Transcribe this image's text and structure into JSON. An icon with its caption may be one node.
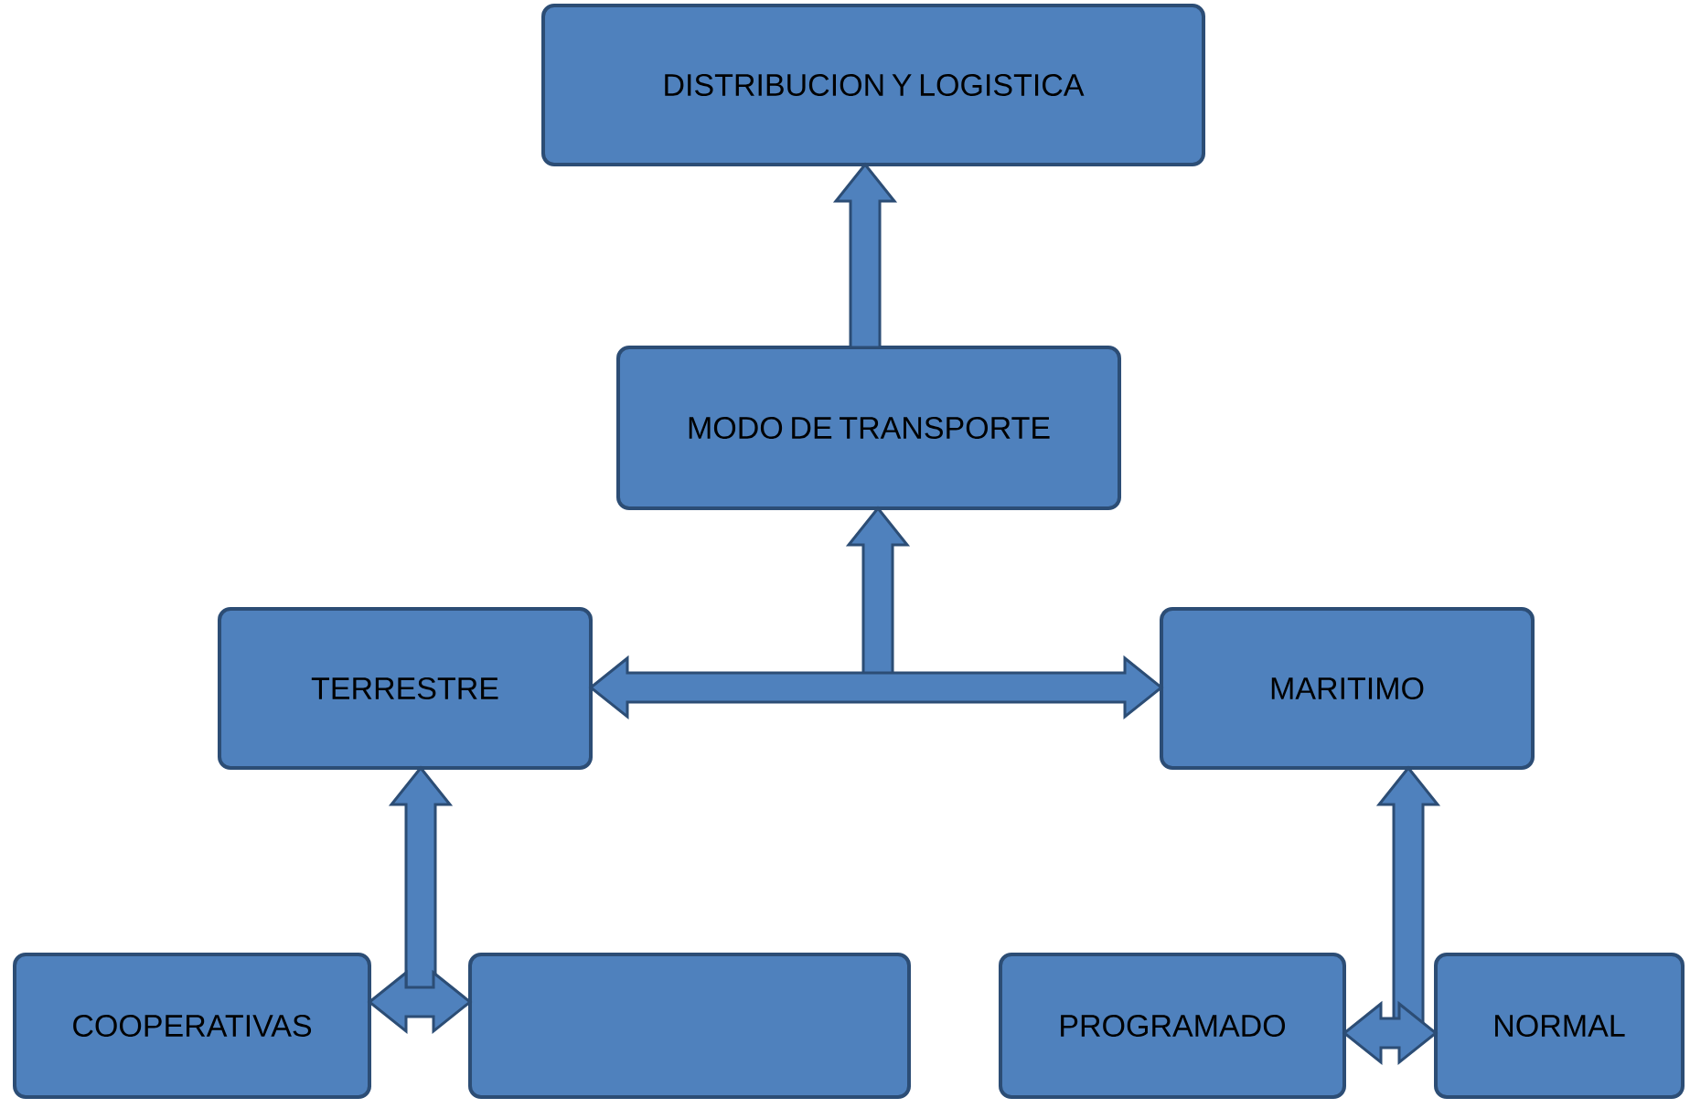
{
  "diagram": {
    "nodes": [
      {
        "text": [
          "DISTRIBUCION Y LOGISTICA"
        ]
      },
      {
        "text": [
          "MODO DE TRANSPORTE"
        ]
      },
      {
        "text": [
          "TERRESTRE"
        ]
      },
      {
        "text": [
          "MARITIMO"
        ]
      },
      {
        "text": [
          "COOPERATIVAS"
        ]
      },
      {
        "text": [],
        "shape": "box"
      },
      {
        "text": [
          "PROGRAMADO"
        ]
      },
      {
        "text": [
          "NORMAL"
        ]
      }
    ],
    "edges": [
      {
        "from": 1,
        "to": 0,
        "arrow": "to"
      },
      {
        "from": null,
        "to": 1,
        "arrow": "to"
      },
      {
        "from": 2,
        "to": 3,
        "arrow": "both"
      },
      {
        "from": null,
        "to": 2,
        "arrow": "to"
      },
      {
        "from": 4,
        "to": 5,
        "arrow": "both"
      },
      {
        "from": null,
        "to": 3,
        "arrow": "to"
      },
      {
        "from": 6,
        "to": 7,
        "arrow": "both"
      }
    ]
  }
}
